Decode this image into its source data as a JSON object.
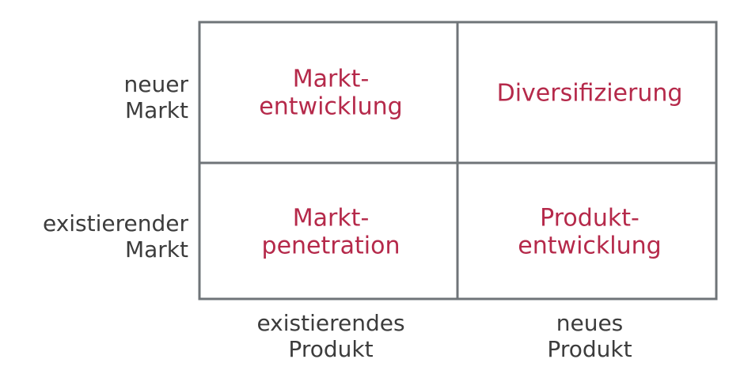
{
  "colors": {
    "cell_text": "#b5294a",
    "axis_text": "#3c3c3c",
    "grid_line": "#6f7478"
  },
  "matrix": {
    "rows": [
      {
        "label_lines": [
          "neuer",
          "Markt"
        ]
      },
      {
        "label_lines": [
          "existierender",
          "Markt"
        ]
      }
    ],
    "columns": [
      {
        "label_lines": [
          "existierendes",
          "Produkt"
        ]
      },
      {
        "label_lines": [
          "neues",
          "Produkt"
        ]
      }
    ],
    "cells": {
      "top_left": [
        "Markt-",
        "entwicklung"
      ],
      "top_right": [
        "Diversifizierung"
      ],
      "bottom_left": [
        "Markt-",
        "penetration"
      ],
      "bottom_right": [
        "Produkt-",
        "entwicklung"
      ]
    }
  }
}
